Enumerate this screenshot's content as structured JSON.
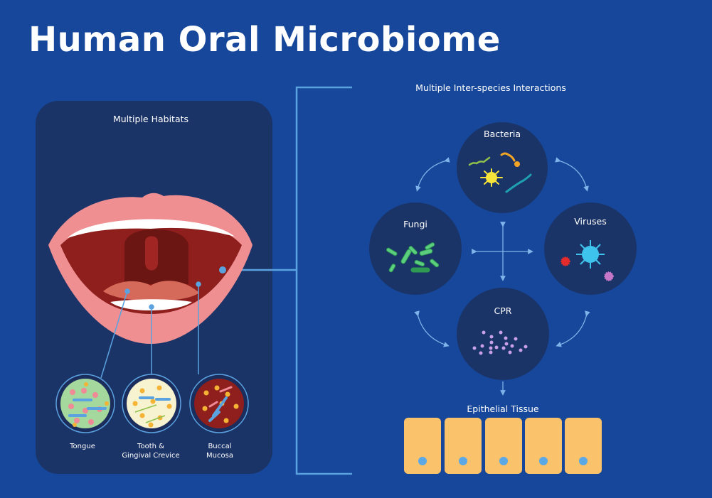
{
  "title": "Human Oral Microbiome",
  "habitats": {
    "heading": "Multiple Habitats",
    "items": [
      {
        "label_lines": [
          "Tongue"
        ]
      },
      {
        "label_lines": [
          "Tooth &",
          "Gingival Crevice"
        ]
      },
      {
        "label_lines": [
          "Buccal",
          "Mucosa"
        ]
      }
    ]
  },
  "interactions": {
    "heading": "Multiple Inter-species Interactions",
    "nodes": [
      {
        "label": "Bacteria"
      },
      {
        "label": "Fungi"
      },
      {
        "label": "Viruses"
      },
      {
        "label": "CPR"
      }
    ],
    "tissue_label": "Epithelial Tissue"
  },
  "colors": {
    "background": "#16479a",
    "panel": "#1b3468",
    "line": "#5aa2e0",
    "lip": "#ef8f92",
    "mouth": "#8e1f1c",
    "cell": "#fbc26c",
    "nucleus": "#5aa9e6"
  }
}
